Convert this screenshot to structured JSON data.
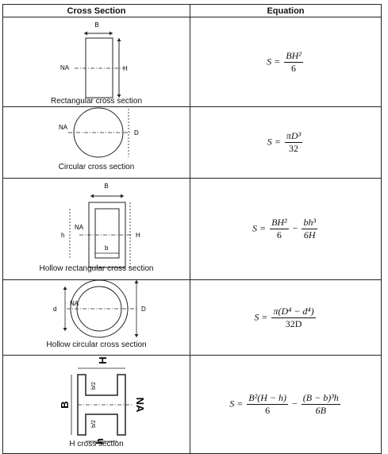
{
  "headers": {
    "cross_section": "Cross Section",
    "equation": "Equation"
  },
  "rows": [
    {
      "caption": "Rectangular cross section",
      "labels": {
        "width": "B",
        "axis": "NA",
        "height": "H"
      },
      "eq": {
        "lhs": "S =",
        "num": "BH²",
        "den": "6"
      }
    },
    {
      "caption": "Circular cross section",
      "labels": {
        "axis": "NA",
        "diameter": "D"
      },
      "eq": {
        "lhs": "S =",
        "num": "πD³",
        "den": "32"
      }
    },
    {
      "caption": "Hollow rectangular cross section",
      "labels": {
        "outer_width": "B",
        "axis": "NA",
        "inner_height": "h",
        "outer_height": "H",
        "inner_width": "b"
      },
      "eq": {
        "lhs": "S =",
        "num1": "BH²",
        "den1": "6",
        "op": "−",
        "num2": "bh³",
        "den2": "6H"
      }
    },
    {
      "caption": "Hollow circular cross section",
      "labels": {
        "inner_diameter": "d",
        "axis": "NA",
        "outer_diameter": "D"
      },
      "eq": {
        "lhs": "S =",
        "num": "π(D⁴ − d⁴)",
        "den": "32D"
      }
    },
    {
      "caption": "H cross section",
      "labels": {
        "height": "H",
        "width": "B",
        "axis": "NA",
        "inner_height": "h",
        "half_b_top": "b/2",
        "half_b_bottom": "b/2"
      },
      "eq": {
        "lhs": "S =",
        "num1": "B²(H − h)",
        "den1": "6",
        "op": "−",
        "num2": "(B − b)³h",
        "den2": "6B"
      }
    }
  ]
}
